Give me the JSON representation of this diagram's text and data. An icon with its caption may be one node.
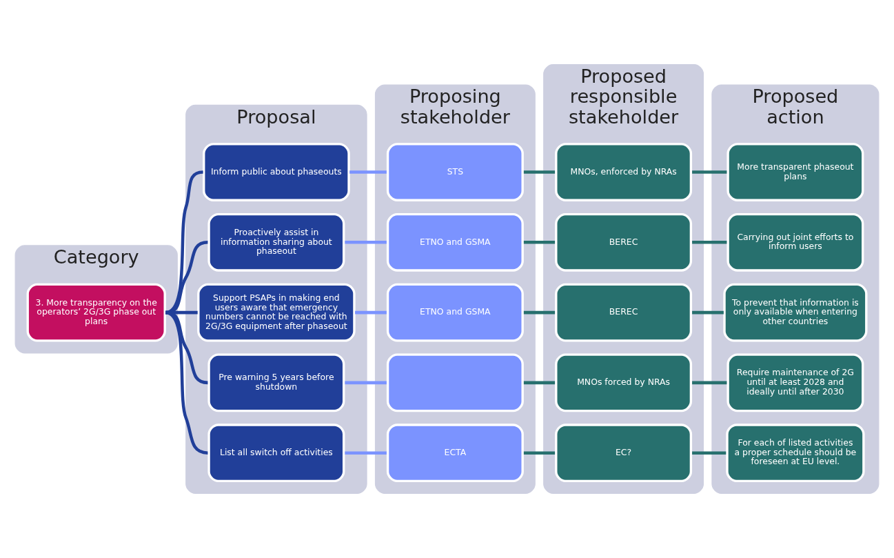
{
  "diagram": {
    "nodes": [
      {
        "text": [
          "Category"
        ]
      },
      {
        "text": [
          "Proposal"
        ]
      },
      {
        "text": [
          "Proposing stakeholder"
        ]
      },
      {
        "text": [
          "Proposed responsible stakeholder"
        ]
      },
      {
        "text": [
          "Proposed action"
        ]
      },
      {
        "text": [
          "3. More transparency on the operators’ 2G/3G phase out plans"
        ],
        "in": 0
      },
      {
        "text": [
          "Inform public about phaseouts"
        ],
        "in": 1
      },
      {
        "text": [
          "Proactively assist in information sharing about phaseout"
        ],
        "in": 1
      },
      {
        "text": [
          "Support PSAPs in making end users aware that emergency numbers cannot be reached with 2G/3G equipment after phaseout"
        ],
        "in": 1
      },
      {
        "text": [
          "Pre warning 5 years before shutdown"
        ],
        "in": 1
      },
      {
        "text": [
          "List all switch off activities"
        ],
        "in": 1
      },
      {
        "text": [
          "STS"
        ],
        "in": 2
      },
      {
        "text": [
          "ETNO and GSMA"
        ],
        "in": 2
      },
      {
        "text": [
          "ETNO and GSMA"
        ],
        "in": 2
      },
      {
        "text": [],
        "shape": "box",
        "in": 2
      },
      {
        "text": [
          "ECTA"
        ],
        "in": 2
      },
      {
        "text": [
          "MNOs, enforced by NRAs"
        ],
        "in": 3
      },
      {
        "text": [
          "BEREC"
        ],
        "in": 3
      },
      {
        "text": [
          "BEREC"
        ],
        "in": 3
      },
      {
        "text": [
          "MNOs forced by NRAs"
        ],
        "in": 3
      },
      {
        "text": [
          "EC?"
        ],
        "in": 3
      },
      {
        "text": [
          "More transparent phaseout plans"
        ],
        "in": 4
      },
      {
        "text": [
          "Carrying out joint efforts to inform users"
        ],
        "in": 4
      },
      {
        "text": [
          "To prevent that information is only available when entering other countries"
        ],
        "in": 4
      },
      {
        "text": [
          "Require maintenance of 2G until at least 2028 and ideally until after 2030"
        ],
        "in": 4
      },
      {
        "text": [
          "For each of listed activities a proper schedule should be foreseen at EU level."
        ],
        "in": 4
      }
    ],
    "edges": [
      {
        "from": 5,
        "to": 6,
        "arrow": "none",
        "color": "#213f99"
      },
      {
        "from": 5,
        "to": 7,
        "arrow": "none",
        "color": "#213f99"
      },
      {
        "from": 5,
        "to": 8,
        "arrow": "none",
        "color": "#213f99"
      },
      {
        "from": 5,
        "to": 9,
        "arrow": "none",
        "color": "#213f99"
      },
      {
        "from": 5,
        "to": 10,
        "arrow": "none",
        "color": "#213f99"
      },
      {
        "from": 6,
        "to": 11,
        "arrow": "none",
        "color": "#7b93ff"
      },
      {
        "from": 11,
        "to": 16,
        "arrow": "none"
      },
      {
        "from": 16,
        "to": 21,
        "arrow": "none"
      },
      {
        "from": 7,
        "to": 12,
        "arrow": "none",
        "color": "#7b93ff"
      },
      {
        "from": 12,
        "to": 17,
        "arrow": "none"
      },
      {
        "from": 17,
        "to": 22,
        "arrow": "none"
      },
      {
        "from": 8,
        "to": 13,
        "arrow": "none",
        "color": "#7b93ff"
      },
      {
        "from": 13,
        "to": 18,
        "arrow": "none"
      },
      {
        "from": 18,
        "to": 23,
        "arrow": "none"
      },
      {
        "from": 9,
        "to": 14,
        "arrow": "none",
        "color": "#7b93ff"
      },
      {
        "from": 14,
        "to": 19,
        "arrow": "none"
      },
      {
        "from": 19,
        "to": 24,
        "arrow": "none"
      },
      {
        "from": 10,
        "to": 15,
        "arrow": "none",
        "color": "#7b93ff"
      },
      {
        "from": 15,
        "to": 20,
        "arrow": "none"
      },
      {
        "from": 20,
        "to": 25,
        "arrow": "none"
      }
    ]
  }
}
